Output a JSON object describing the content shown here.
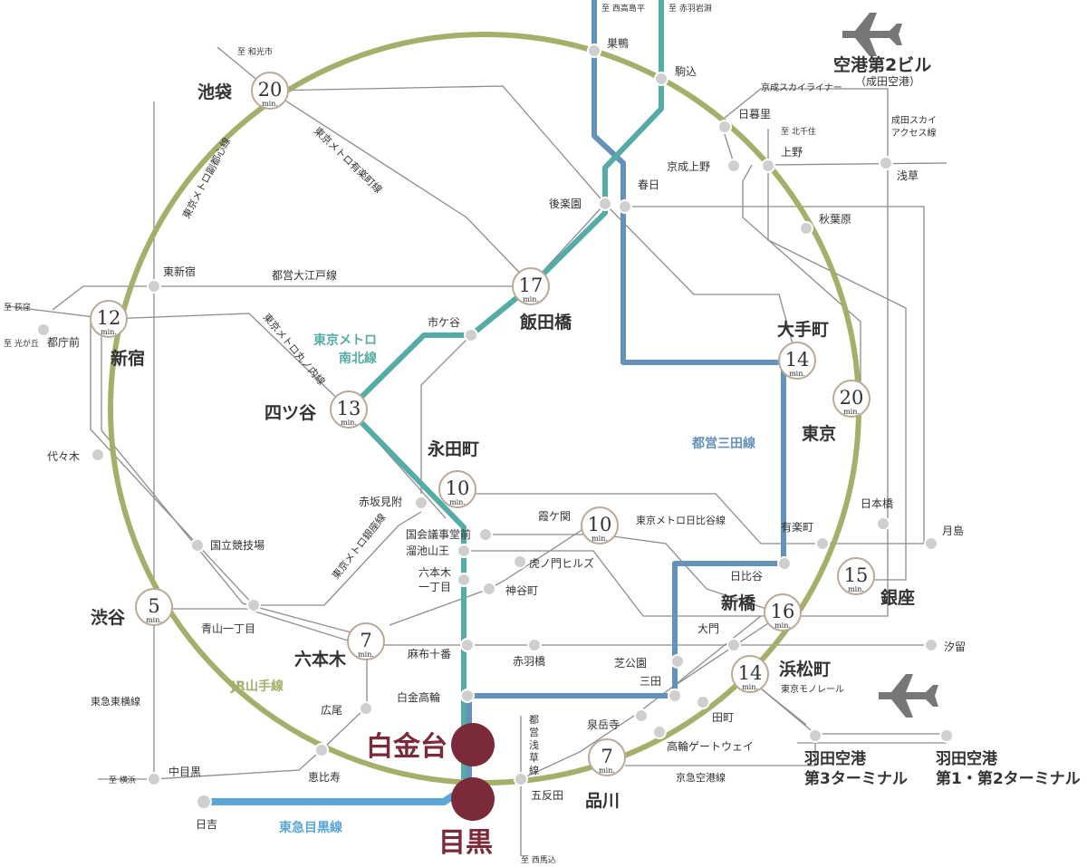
{
  "colors": {
    "yamanote": "#a5af6a",
    "nanboku": "#55aca4",
    "mita": "#6592ba",
    "tokyu": "#5aa6d6",
    "thin": "#8c8c8c",
    "station_fill": "#cfcfcf",
    "time_ring": "#b9ab97",
    "highlight": "#7b2a3a"
  },
  "highlight": {
    "shirokanedai": "白金台",
    "meguro": "目黒"
  },
  "lines": {
    "yamanote": "JR山手線",
    "nanboku": [
      "東京メトロ",
      "南北線"
    ],
    "mita": "都営三田線",
    "tokyu": "東急目黒線",
    "yurakucho": "東京メトロ有楽町線",
    "fukutoshin": "東京メトロ副都心線",
    "oedo": "都営大江戸線",
    "marunouchi": "東京メトロ丸ノ内線",
    "ginza": "東京メトロ銀座線",
    "hibiya": "東京メトロ日比谷線",
    "asakusa": "都営浅草線",
    "keisei_skyliner": "京成スカイライナー",
    "skyaccess": [
      "成田スカイ",
      "アクセス線"
    ],
    "monorail": "東京モノレール",
    "keikyu": "京急空港線",
    "toyoko": "東急東横線"
  },
  "directions": {
    "nishitakashimadaira": "至 西高島平",
    "akabaneiwabuchi": "至 赤羽岩淵",
    "wakoshi": "至 和光市",
    "ogikubo": "至 荻窪",
    "hikarigaoka": "至 光が丘",
    "kitasenju": "至 北千住",
    "yokohama": "至 横浜",
    "nishimagome": "至 西馬込"
  },
  "time_stations": [
    {
      "name": "池袋",
      "time": "20"
    },
    {
      "name": "新宿",
      "time": "12"
    },
    {
      "name": "飯田橋",
      "time": "17"
    },
    {
      "name": "大手町",
      "time": "14"
    },
    {
      "name": "東京",
      "time": "20"
    },
    {
      "name": "四ツ谷",
      "time": "13"
    },
    {
      "name": "永田町",
      "time": "10"
    },
    {
      "name": "霞ケ関",
      "time": "10"
    },
    {
      "name": "銀座",
      "time": "15"
    },
    {
      "name": "新橋",
      "time": "16"
    },
    {
      "name": "浜松町",
      "time": "14"
    },
    {
      "name": "渋谷",
      "time": "5"
    },
    {
      "name": "六本木",
      "time": "7"
    },
    {
      "name": "品川",
      "time": "7"
    }
  ],
  "min_label": "min.",
  "stations": {
    "sugamo": "巣鴨",
    "komagome": "駒込",
    "nippori": "日暮里",
    "keiseiueno": "京成上野",
    "ueno": "上野",
    "asakusa": "浅草",
    "korakuen": "後楽園",
    "kasuga": "春日",
    "akihabara": "秋葉原",
    "higashishinjuku": "東新宿",
    "ichigaya": "市ケ谷",
    "tochomae": "都庁前",
    "yoyogi": "代々木",
    "kokuritsu": "国立競技場",
    "aoyama": "青山一丁目",
    "akasakamitsuke": "赤坂見附",
    "kokkai": "国会議事堂前",
    "tameike": "溜池山王",
    "roppongiitchome": [
      "六本木",
      "一丁目"
    ],
    "toranomon": "虎ノ門ヒルズ",
    "kamiyacho": "神谷町",
    "azabujuban": "麻布十番",
    "akabanebashi": "赤羽橋",
    "shibakoen": "芝公園",
    "mita": "三田",
    "shirokanetakanawa": "白金高輪",
    "hiroo": "広尾",
    "ebisu": "恵比寿",
    "nakameguro": "中目黒",
    "hiyoshi": "日吉",
    "gotanda": "五反田",
    "sengakuji": "泉岳寺",
    "tamachi": "田町",
    "takanawagateway": "高輪ゲートウェイ",
    "daimon": "大門",
    "hibiya": "日比谷",
    "yurakucho": "有楽町",
    "nihonbashi": "日本橋",
    "tsukishima": "月島",
    "shiodome": "汐留"
  },
  "airports": {
    "narita": [
      "空港第2ビル",
      "（成田空港）"
    ],
    "haneda3": [
      "羽田空港",
      "第3ターミナル"
    ],
    "haneda12": [
      "羽田空港",
      "第1・第2ターミナル"
    ]
  }
}
